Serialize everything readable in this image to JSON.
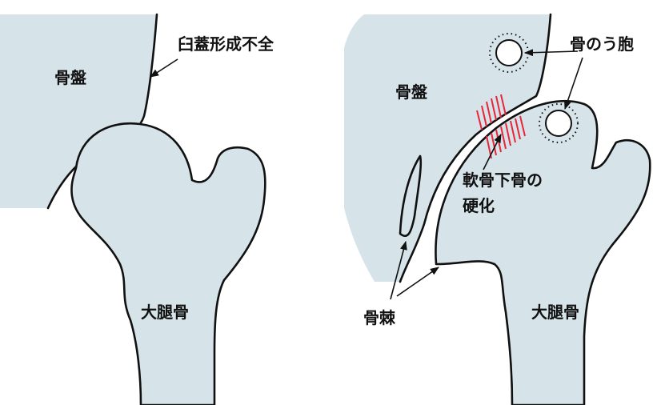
{
  "colors": {
    "bone_fill": "#d6e4ea",
    "outline": "#111111",
    "sclerosis_hatch": "#e8263a",
    "background": "#ffffff"
  },
  "left_panel": {
    "pelvis_label": "骨盤",
    "dysplasia_label": "臼蓋形成不全",
    "femur_label": "大腿骨"
  },
  "right_panel": {
    "pelvis_label": "骨盤",
    "cyst_label": "骨のう胞",
    "sclerosis_label_line1": "軟骨下骨の",
    "sclerosis_label_line2": "硬化",
    "osteophyte_label": "骨棘",
    "femur_label": "大腿骨"
  }
}
